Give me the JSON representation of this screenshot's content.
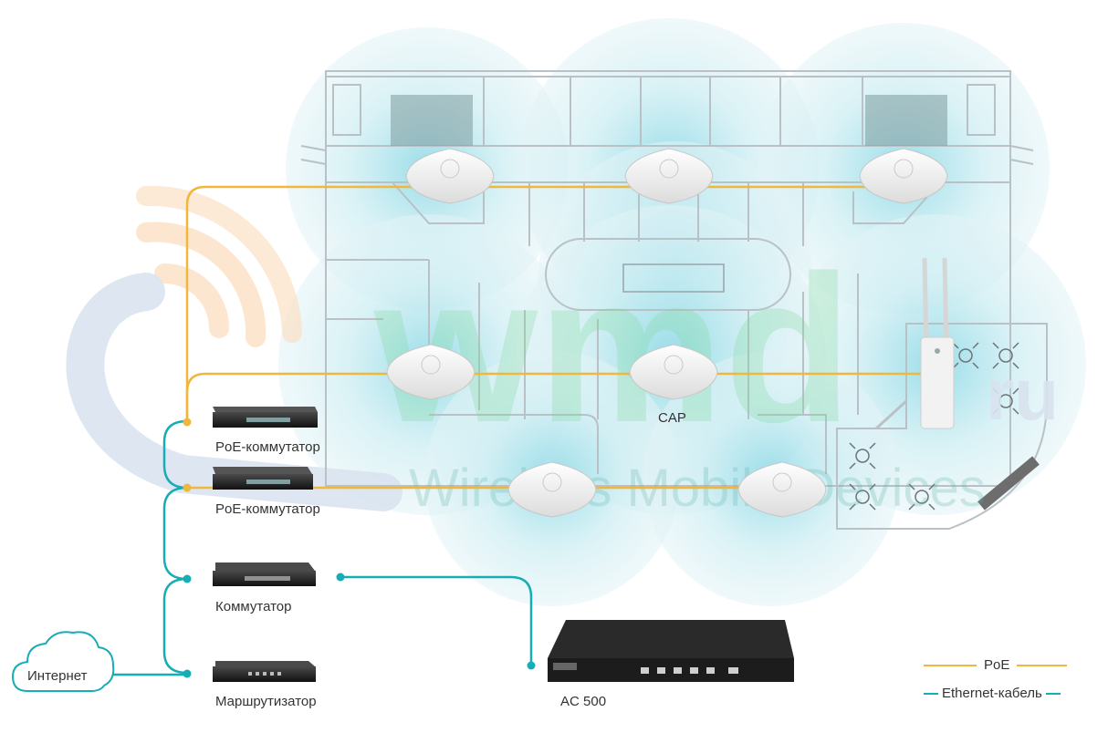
{
  "watermark": {
    "logo_text": "wmd",
    "logo_suffix": "ru",
    "tagline": "Wireless Mobile Devices"
  },
  "colors": {
    "poe": "#f0b73c",
    "ethernet": "#16adb5",
    "coverage": "#bfe7ee",
    "floorplan_line": "#b9c1c6",
    "device_dark": "#1f1f1f",
    "text": "#333333"
  },
  "devices": {
    "poe_switch_1": {
      "label": "PoE-коммутатор"
    },
    "poe_switch_2": {
      "label": "PoE-коммутатор"
    },
    "switch": {
      "label": "Коммутатор"
    },
    "router": {
      "label": "Маршрутизатор"
    },
    "controller": {
      "label": "AC 500"
    },
    "internet": {
      "label": "Интернет"
    },
    "cap": {
      "label": "CAP"
    }
  },
  "legend": {
    "poe": "PoE",
    "ethernet": "Ethernet-кабель"
  }
}
